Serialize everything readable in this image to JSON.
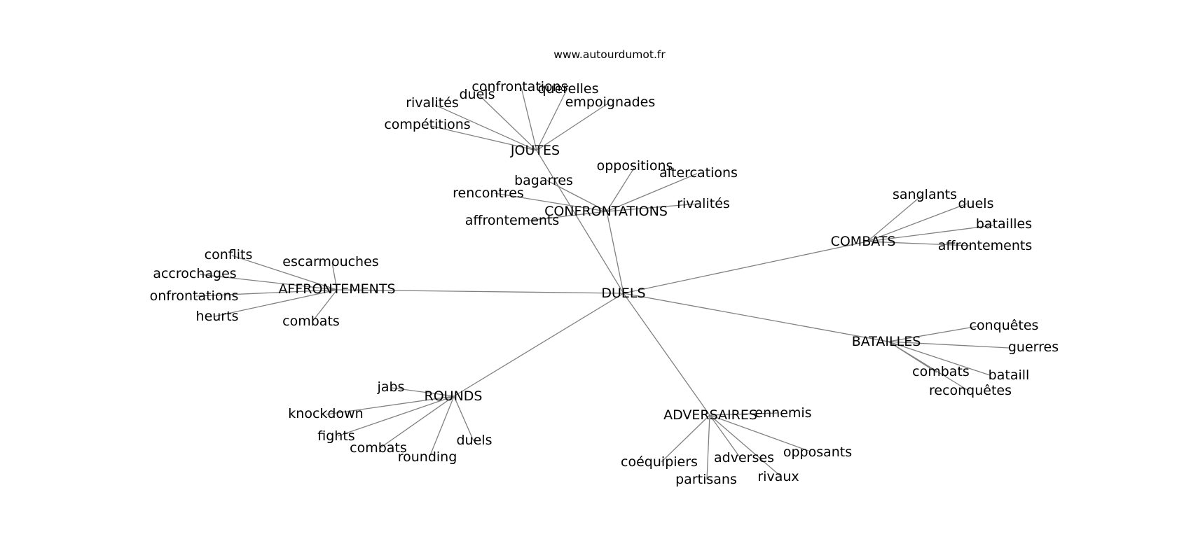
{
  "watermark": "www.autourdumot.fr",
  "graph": {
    "center": {
      "id": "duels",
      "label": "DUELS"
    },
    "groups": [
      {
        "id": "joutes",
        "label": "JOUTES",
        "leaves": [
          "compétitions",
          "rivalités",
          "duels",
          "confrontations",
          "querelles",
          "empoignades"
        ]
      },
      {
        "id": "confrontations",
        "label": "CONFRONTATIONS",
        "leaves": [
          "bagarres",
          "rencontres",
          "affrontements",
          "oppositions",
          "altercations",
          "rivalités"
        ]
      },
      {
        "id": "combats",
        "label": "COMBATS",
        "leaves": [
          "sanglants",
          "duels",
          "batailles",
          "affrontements"
        ]
      },
      {
        "id": "affrontements",
        "label": "AFFRONTEMENTS",
        "leaves": [
          "conflits",
          "escarmouches",
          "accrochages",
          "onfrontations",
          "heurts",
          "combats"
        ]
      },
      {
        "id": "batailles",
        "label": "BATAILLES",
        "leaves": [
          "conquêtes",
          "guerres",
          "bataill",
          "combats",
          "reconquêtes"
        ]
      },
      {
        "id": "rounds",
        "label": "ROUNDS",
        "leaves": [
          "jabs",
          "knockdown",
          "fights",
          "combats",
          "rounding",
          "duels"
        ]
      },
      {
        "id": "adversaires",
        "label": "ADVERSAIRES",
        "leaves": [
          "ennemis",
          "opposants",
          "adverses",
          "rivaux",
          "partisans",
          "coéquipiers"
        ]
      }
    ]
  }
}
